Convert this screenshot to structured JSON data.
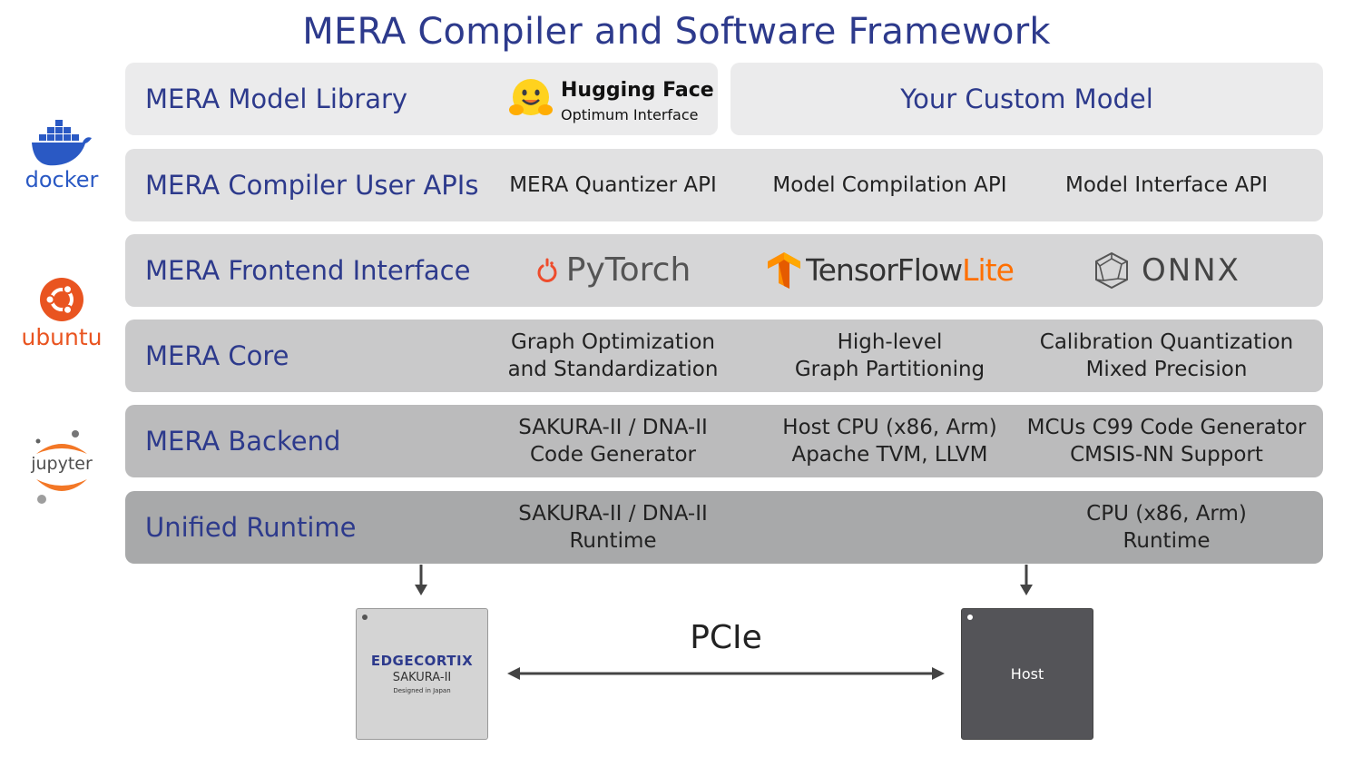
{
  "title": "MERA Compiler and Software Framework",
  "model_library": {
    "label": "MERA Model Library",
    "hf_name": "Hugging Face",
    "hf_sub": "Optimum Interface",
    "custom_model": "Your Custom Model"
  },
  "compiler_apis": {
    "label": "MERA Compiler User APIs",
    "items": [
      "MERA Quantizer API",
      "Model Compilation API",
      "Model Interface API"
    ]
  },
  "frontend": {
    "label": "MERA Frontend Interface",
    "pytorch": "PyTorch",
    "tf_main": "TensorFlow",
    "tf_lite": "Lite",
    "onnx": "ONNX"
  },
  "core": {
    "label": "MERA Core",
    "items": [
      [
        "Graph Optimization",
        "and Standardization"
      ],
      [
        "High-level",
        "Graph Partitioning"
      ],
      [
        "Calibration Quantization",
        "Mixed Precision"
      ]
    ]
  },
  "backend": {
    "label": "MERA Backend",
    "items": [
      [
        "SAKURA-II / DNA-II",
        "Code Generator"
      ],
      [
        "Host CPU (x86, Arm)",
        "Apache TVM, LLVM"
      ],
      [
        "MCUs C99 Code Generator",
        "CMSIS-NN Support"
      ]
    ]
  },
  "runtime": {
    "label": "Unified Runtime",
    "items": [
      [
        "SAKURA-II / DNA-II",
        "Runtime"
      ],
      [
        "CPU (x86, Arm)",
        "Runtime"
      ]
    ]
  },
  "side_logos": {
    "docker": "docker",
    "ubuntu": "ubuntu",
    "jupyter": "jupyter"
  },
  "hardware": {
    "chip_brand": "EDGECORTIX",
    "chip_name": "SAKURA-II",
    "chip_tag": "Designed in Japan",
    "link": "PCIe",
    "host": "Host"
  },
  "colors": {
    "title": "#2d3a8c",
    "row_light": "#ebebec",
    "row_apis": "#e1e1e2",
    "row_frontend": "#d6d6d7",
    "row_core": "#c9c9ca",
    "row_backend": "#bbbbbc",
    "row_runtime": "#a8a9aa",
    "docker": "#2a59c4",
    "ubuntu": "#e95420",
    "jupyter": "#f37726",
    "host_chip": "#545458",
    "sakura_chip": "#d4d4d4"
  }
}
